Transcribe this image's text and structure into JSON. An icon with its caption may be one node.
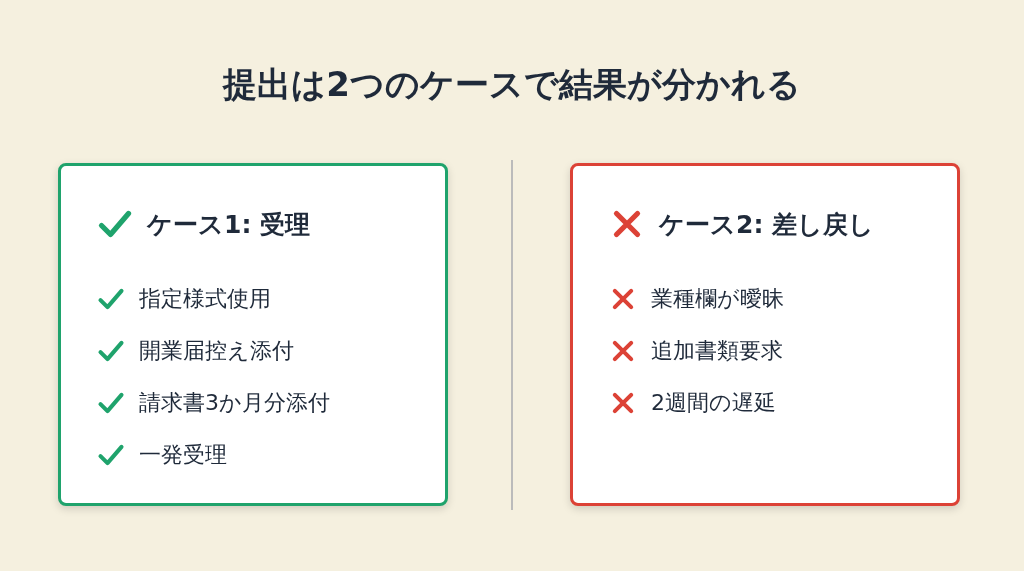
{
  "diagram": {
    "title": "提出は2つのケースで結果が分かれる",
    "nodes": [
      {
        "text": [
          "ケース1: 受理",
          "指定様式使用",
          "開業届控え添付",
          "請求書3か月分添付",
          "一発受理"
        ]
      },
      {
        "text": [
          "ケース2: 差し戻し",
          "業種欄が曖昧",
          "追加書類要求",
          "2週間の遅延"
        ]
      }
    ],
    "edges": []
  }
}
